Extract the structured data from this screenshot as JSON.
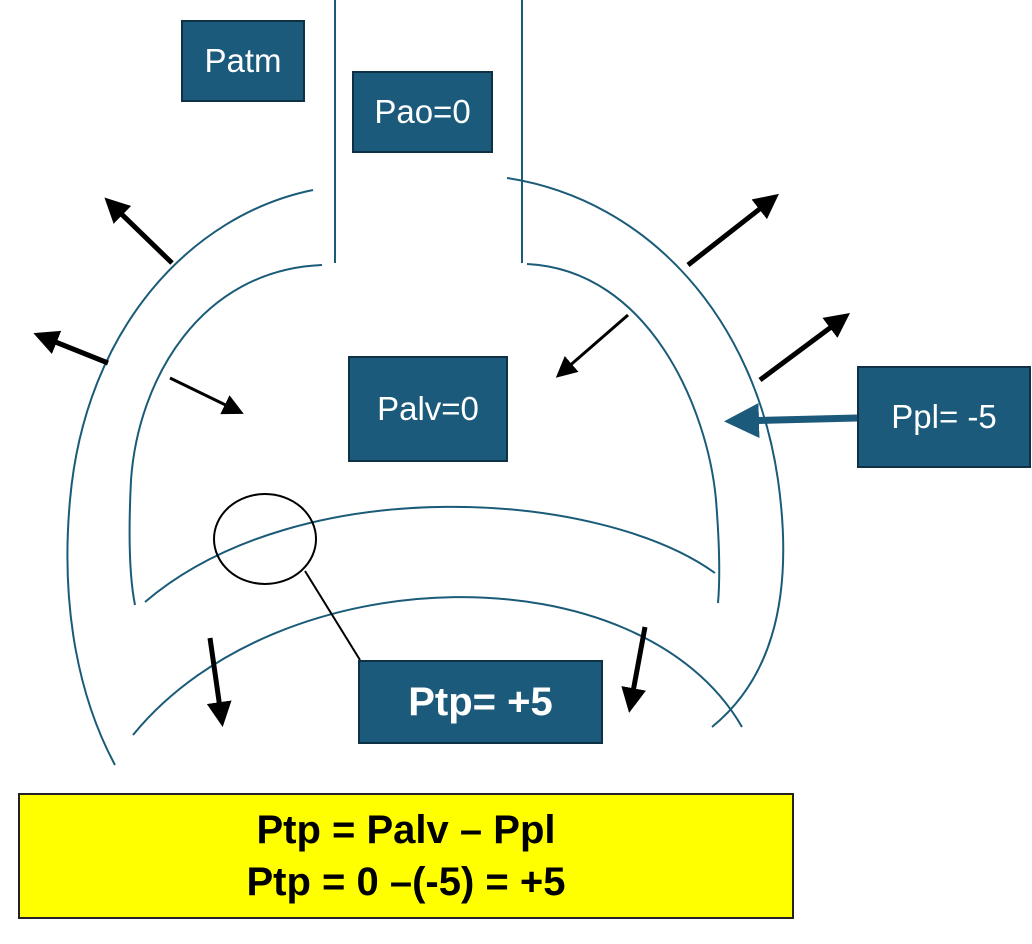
{
  "labels": {
    "patm": "Patm",
    "pao": "Pao=0",
    "palv": "Palv=0",
    "ppl": "Ppl= -5",
    "ptp": "Ptp= +5"
  },
  "formula": {
    "line1": "Ptp = Palv – Ppl",
    "line2": "Ptp = 0 –(-5) = +5"
  },
  "colors": {
    "box_fill": "#1b5a7a",
    "outline": "#1a5b78",
    "formula_fill": "#ffff00"
  }
}
